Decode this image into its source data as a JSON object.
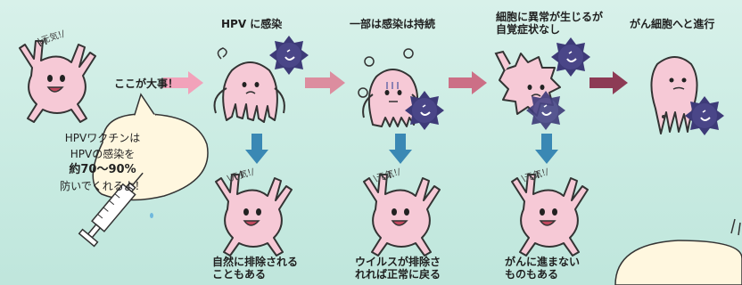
{
  "stages": {
    "s1": "HPV に感染",
    "s2": "一部は感染は持続",
    "s3_line1": "細胞に異常が生じるが",
    "s3_line2": "自覚症状なし",
    "s4": "がん細胞へと進行"
  },
  "callout": "ここが大事！",
  "vaccine_bubble": {
    "line1": "HPVワクチンは",
    "line2": "HPVの感染を",
    "line3": "約70〜90%",
    "line4": "防いでくれるよ！"
  },
  "outcomes": {
    "o1_line1": "自然に排除される",
    "o1_line2": "こともある",
    "o2_line1": "ウイルスが排除さ",
    "o2_line2": "れれば正常に戻る",
    "o3_line1": "がんに進まない",
    "o3_line2": "ものもある"
  },
  "colors": {
    "background": "#cbece3",
    "cell_pink": "#f6c9d6",
    "virus_purple": "#3d3a78",
    "arrow_pink": "#f2a2ba",
    "arrow_dark": "#c0506e",
    "arrow_blue": "#3a88b4"
  }
}
